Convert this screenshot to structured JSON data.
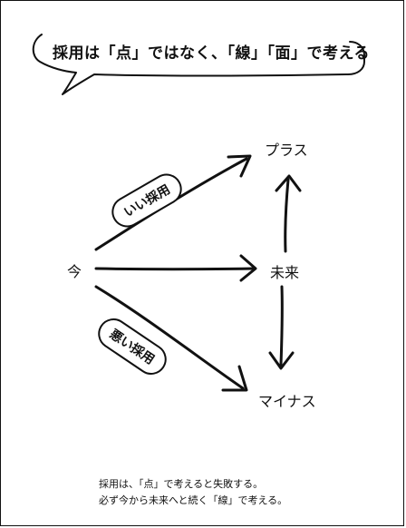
{
  "diagram": {
    "title": "採用は「点」ではなく、「線」「面」で考える",
    "nodes": {
      "now": "今",
      "future": "未来",
      "plus": "プラス",
      "minus": "マイナス"
    },
    "labels": {
      "good": "いい採用",
      "bad": "悪い採用"
    },
    "caption": {
      "line1": "採用は、「点」で考えると失敗する。",
      "line2": "必ず今から未来へと続く「線」で考える。"
    }
  }
}
